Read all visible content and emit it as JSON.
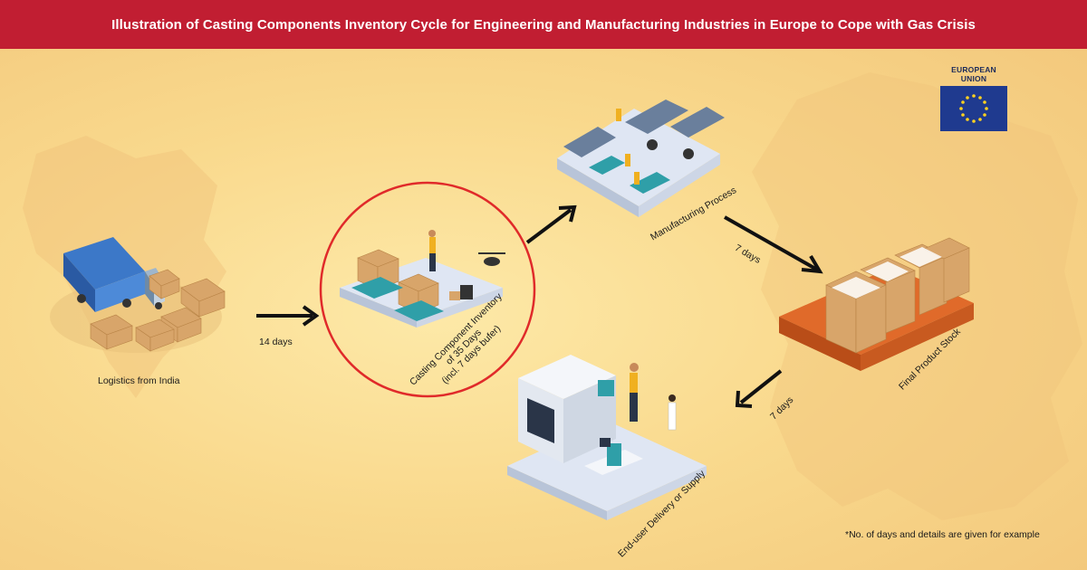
{
  "title": "Illustration of Casting Components Inventory Cycle for Engineering and Manufacturing Industries in Europe to Cope with Gas Crisis",
  "stages": {
    "logistics": "Logistics from India",
    "inventory_line1": "Casting Component Inventory",
    "inventory_line2": "of 35 Days",
    "inventory_line3": "(incl. 7 days bufer)",
    "manufacturing": "Manufacturing Process",
    "final_stock": "Final Product Stock",
    "delivery": "End-user Delivery or Supply"
  },
  "durations": {
    "india_to_inventory": "14 days",
    "manufacturing_to_stock": "7 days",
    "stock_to_delivery": "7 days"
  },
  "eu_badge": "EUROPEAN UNION",
  "footnote": "*No. of days and details are given for example",
  "colors": {
    "banner": "#c11e32",
    "highlight_circle": "#e02a2a",
    "arrow": "#111111",
    "platform": "#dfe6f3",
    "box": "#d8a56a",
    "pallet": "#e06a2a",
    "eu_blue": "#1f3a8f",
    "eu_star": "#ffd21f"
  }
}
